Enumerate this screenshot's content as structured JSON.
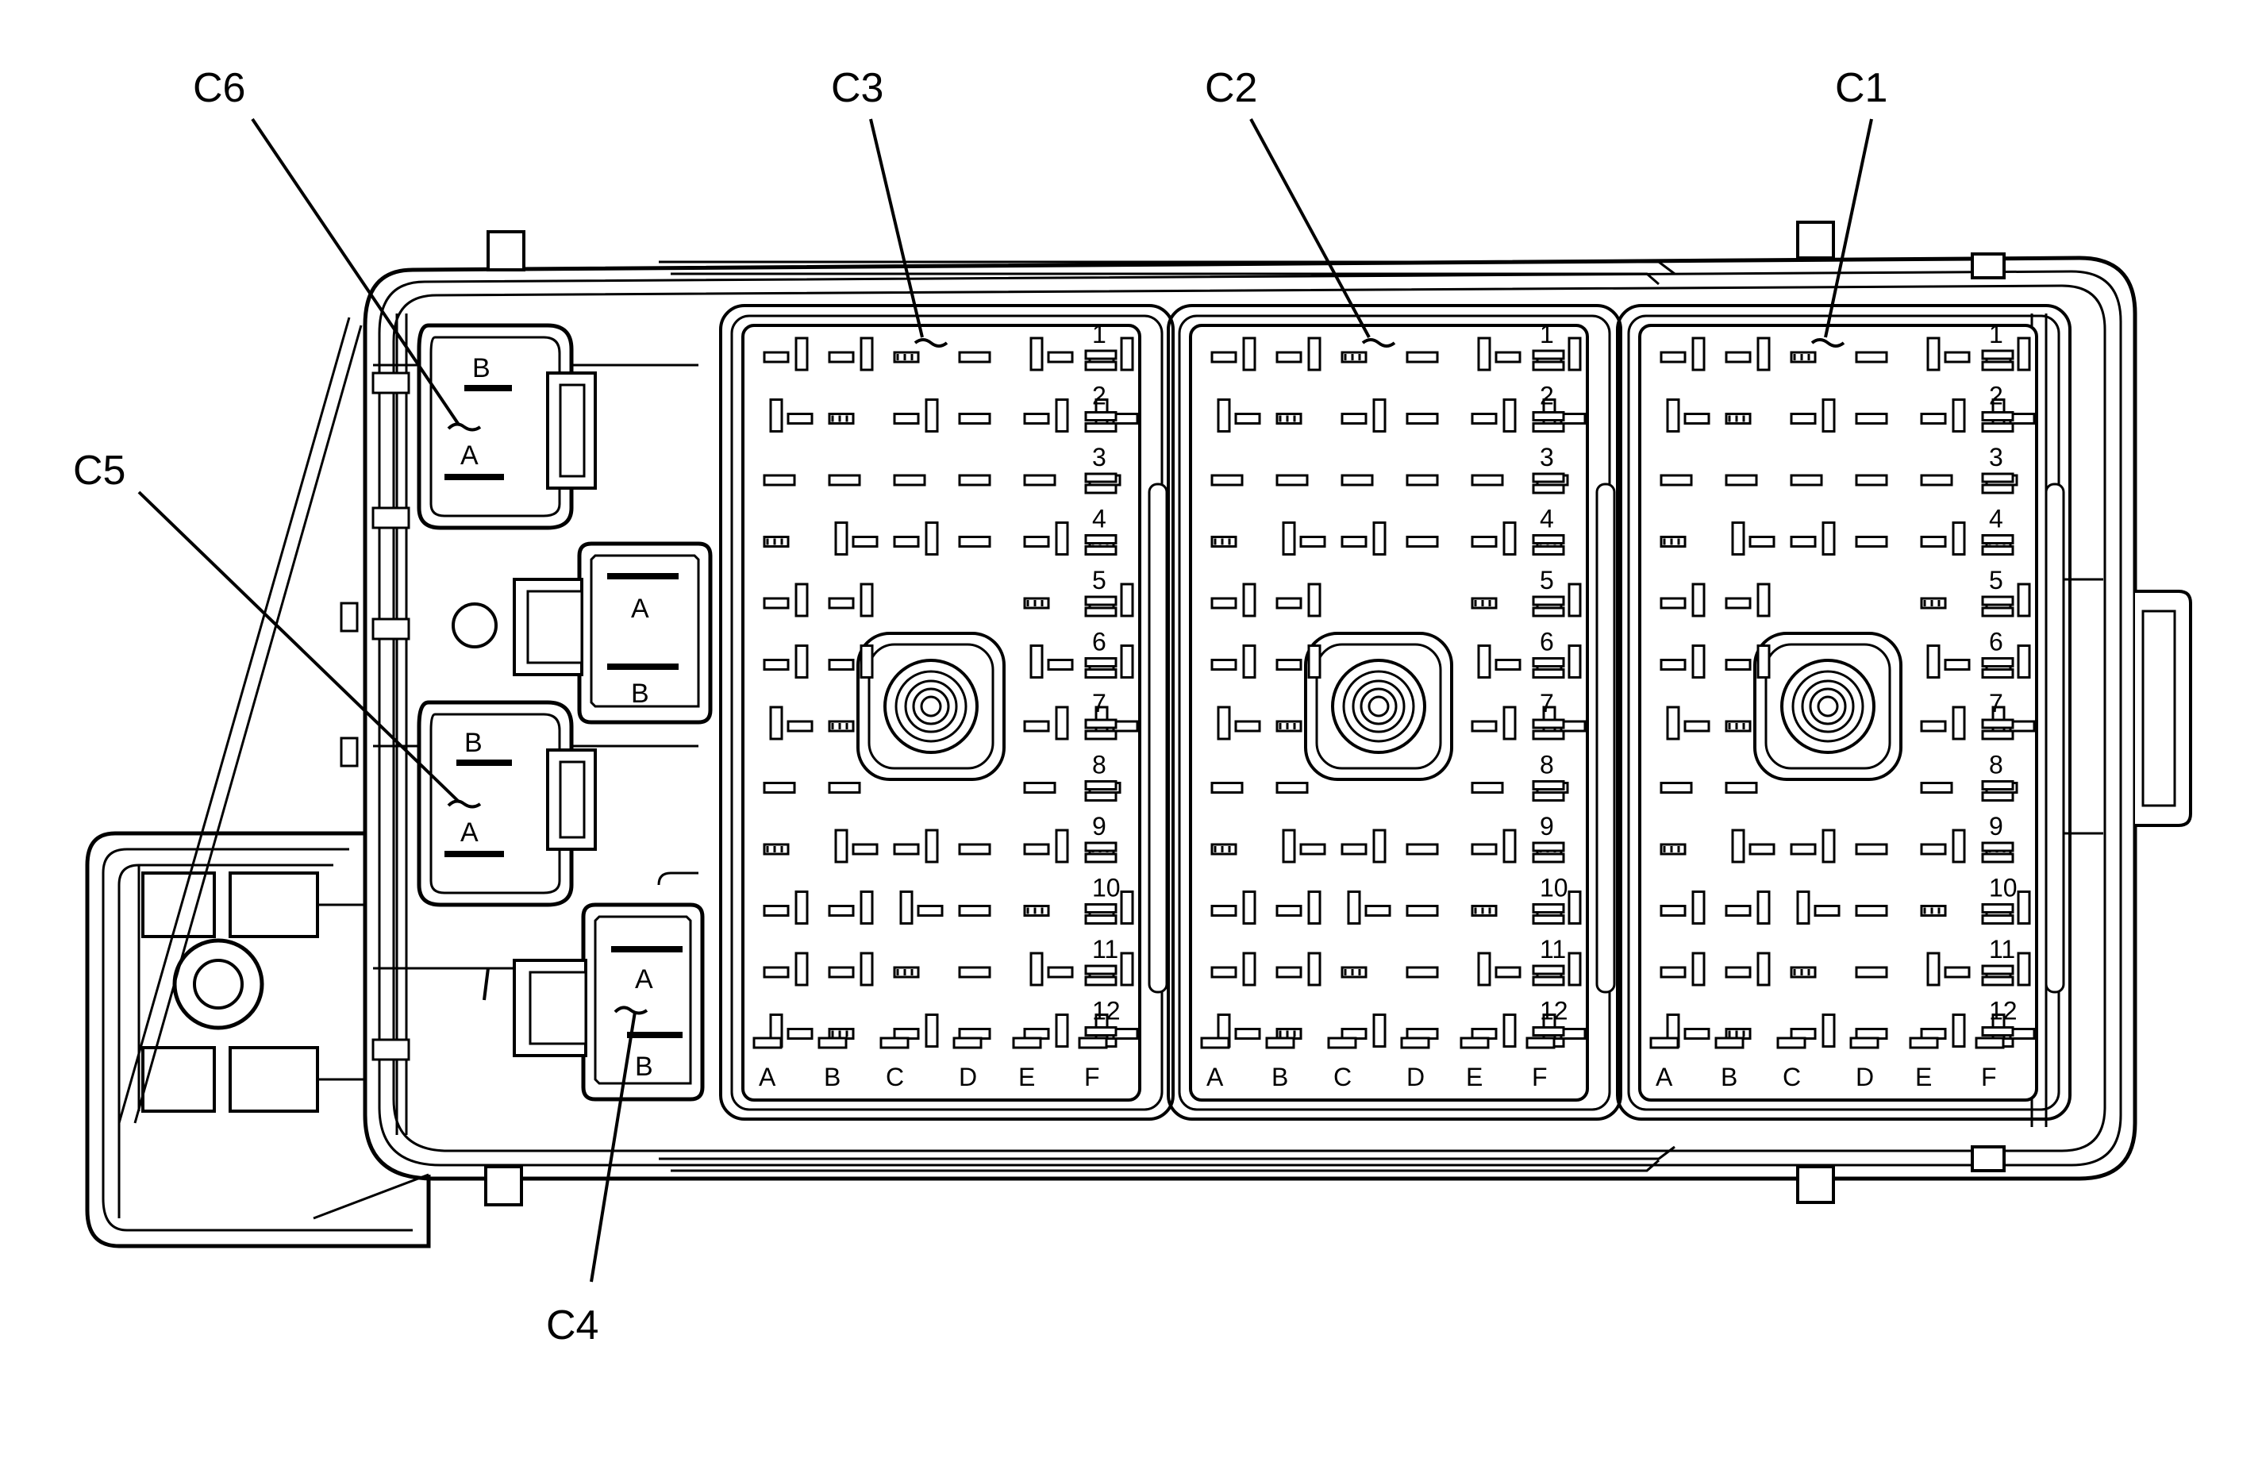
{
  "callouts": {
    "c1": "C1",
    "c2": "C2",
    "c3": "C3",
    "c4": "C4",
    "c5": "C5",
    "c6": "C6"
  },
  "connector_grid": {
    "row_labels": [
      "1",
      "2",
      "3",
      "4",
      "5",
      "6",
      "7",
      "8",
      "9",
      "10",
      "11",
      "12"
    ],
    "column_labels": [
      "A",
      "B",
      "C",
      "D",
      "E",
      "F"
    ]
  },
  "small_connectors": {
    "c6": {
      "upper_terminal": "B",
      "lower_terminal": "A"
    },
    "c5": {
      "upper_terminal": "B",
      "lower_terminal": "A"
    },
    "c4": {
      "upper_terminal": "A",
      "lower_terminal": "B"
    },
    "relay_socket": {
      "upper_terminal": "A",
      "lower_terminal": "B"
    }
  }
}
